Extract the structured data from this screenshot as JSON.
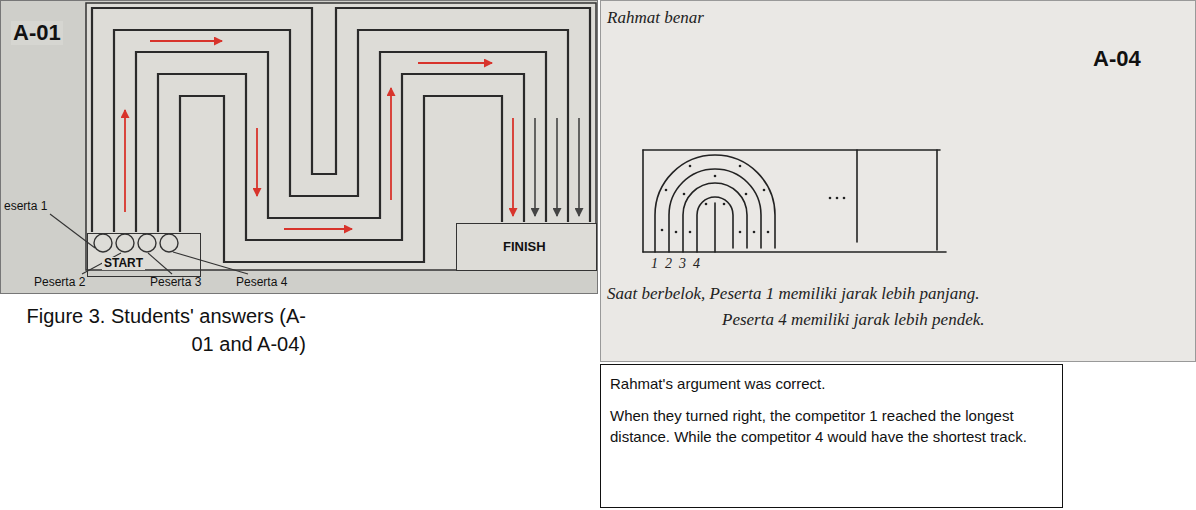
{
  "diagram": {
    "caption": "Figure 3. Students' answers (A-01 and A-04)",
    "nodes": [
      {
        "text": [
          "A-01"
        ]
      },
      {
        "text": [
          "START"
        ],
        "in": 0
      },
      {
        "text": [
          "FINISH"
        ],
        "in": 0
      },
      {
        "text": [
          "A-04"
        ]
      },
      {
        "text": [
          "Rahmat's argument was correct.",
          "When they turned right, the competitor 1 reached the longest distance. While the competitor 4 would have the shortest track."
        ]
      }
    ],
    "labels": [
      "eserta 1",
      "Peserta 2",
      "Peserta 3",
      "Peserta 4",
      "Rahmat benar",
      "1",
      "2",
      "3",
      "4",
      "Saat berbelok, Peserta 1 memiliki jarak lebih panjang.",
      "Peserta 4 memiliki jarak lebih pendek."
    ]
  }
}
